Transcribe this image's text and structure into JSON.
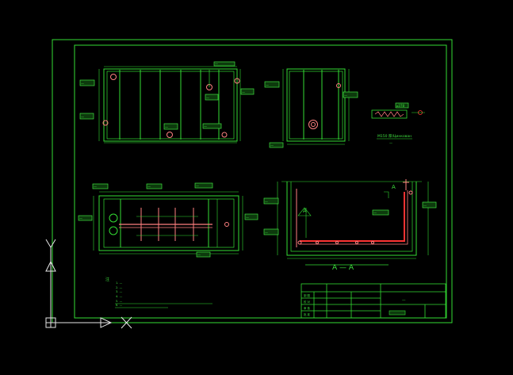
{
  "theme": {
    "background": "#000000",
    "line": "#33dd33",
    "line_bright": "#44ff44",
    "label_fill": "#0d3a0d",
    "accent_red": "#ff3333",
    "accent_pink": "#ff8080",
    "axis_white": "#e6e6e6"
  },
  "views": {
    "top_left": {
      "tags": [
        "—",
        "—",
        "—",
        "—",
        "—",
        "—",
        "—"
      ]
    },
    "top_right": {
      "tags": [
        "—",
        "—",
        "—"
      ]
    },
    "detail": {
      "tag": "⌀378",
      "caption": "M150 厚/Цинкован",
      "subcaption": "—"
    },
    "bottom_left": {
      "tags": [
        "—",
        "—",
        "—",
        "—",
        "—",
        "—"
      ]
    },
    "bottom_right": {
      "tags": [
        "—",
        "—",
        "—",
        "—"
      ],
      "section_label": "A — A",
      "cut_marks": [
        "A",
        "A"
      ]
    }
  },
  "notes": {
    "marker": "注",
    "lines": [
      "1. —",
      "2. —",
      "3. —",
      "4. —",
      "5. —",
      "6. —"
    ]
  },
  "title_block": {
    "drawing_title": "—",
    "rows": [
      "制 图",
      "校 对",
      "审 核",
      "批 准"
    ]
  },
  "ucs": {
    "x_label": "X",
    "y_label": "Y"
  }
}
